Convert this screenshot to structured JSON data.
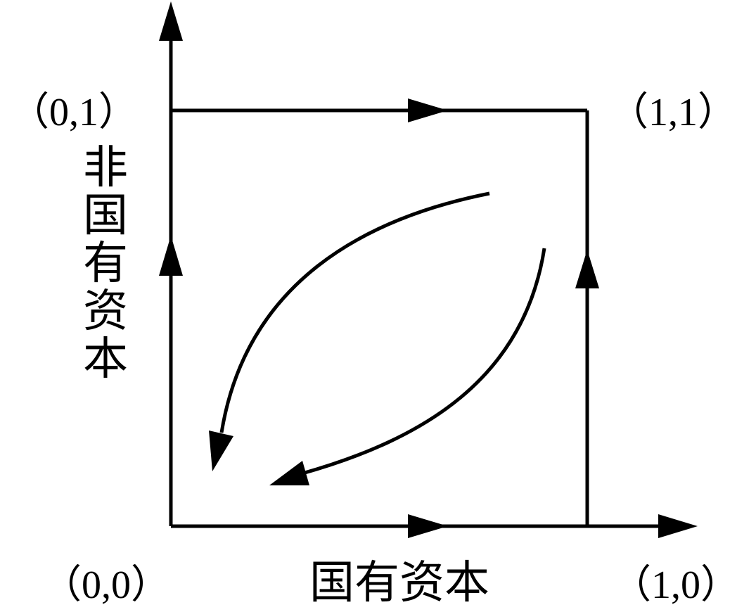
{
  "labels": {
    "corner_00": "（0,0）",
    "corner_01": "（0,1）",
    "corner_10": "（1,0）",
    "corner_11": "（1,1）",
    "x_axis": "国有资本",
    "y_axis": [
      "非",
      "国",
      "有",
      "资",
      "本"
    ]
  },
  "style": {
    "stroke_color": "#000000",
    "background": "#ffffff"
  }
}
